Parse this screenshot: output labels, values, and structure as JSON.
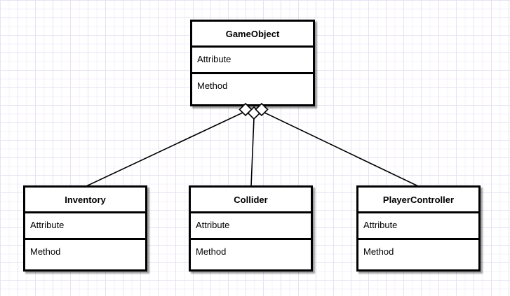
{
  "diagram": {
    "classes": [
      {
        "name": "GameObject",
        "rows": [
          "Attribute",
          "Method"
        ]
      },
      {
        "name": "Inventory",
        "rows": [
          "Attribute",
          "Method"
        ]
      },
      {
        "name": "Collider",
        "rows": [
          "Attribute",
          "Method"
        ]
      },
      {
        "name": "PlayerController",
        "rows": [
          "Attribute",
          "Method"
        ]
      }
    ],
    "edges": [
      {
        "from": "GameObject",
        "to": "Inventory",
        "type": "aggregation",
        "marker": "hollow-diamond"
      },
      {
        "from": "GameObject",
        "to": "Collider",
        "type": "aggregation",
        "marker": "hollow-diamond"
      },
      {
        "from": "GameObject",
        "to": "PlayerController",
        "type": "aggregation",
        "marker": "hollow-diamond"
      }
    ],
    "colors": {
      "stroke": "#000000",
      "shape_fill": "#ffffff",
      "background": "#ffffff",
      "grid_minor": "#f4f2fb",
      "grid_major": "#e7e2f4",
      "shadow": "rgba(0,0,0,0.38)"
    }
  }
}
